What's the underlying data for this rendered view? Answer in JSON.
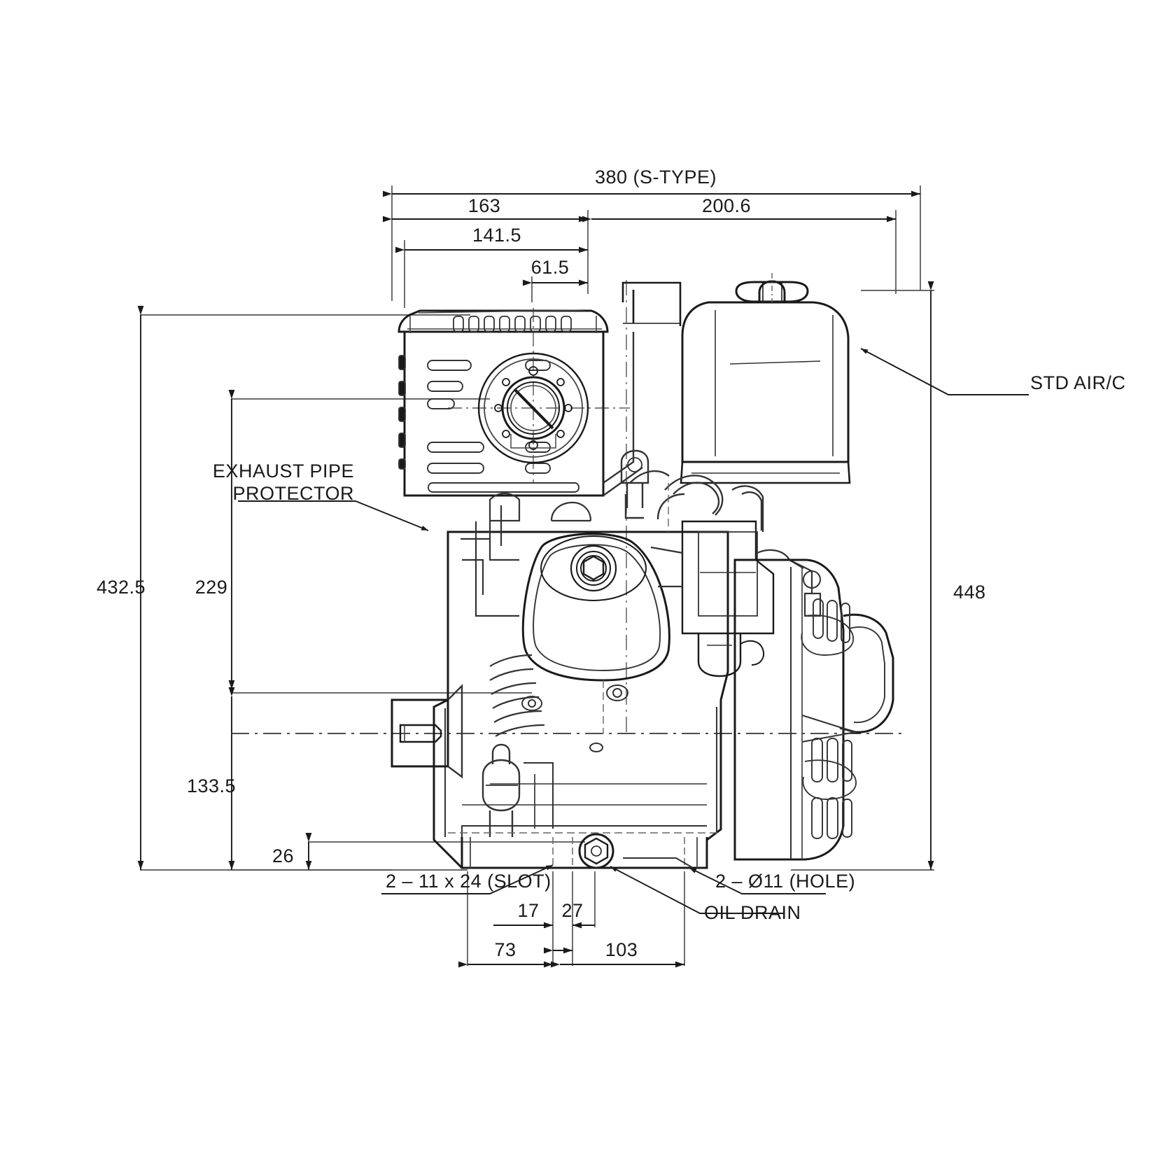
{
  "drawing": {
    "type": "engine-dimensional-outline",
    "units": "mm",
    "view": "side elevation"
  },
  "dimensions": {
    "overall_width_label": "380 (S-TYPE)",
    "left_width_label": "163",
    "right_width_label": "200.6",
    "muffler_width_label": "141.5",
    "flange_offset_label": "61.5",
    "overall_height_left_label": "432.5",
    "upper_height_label": "229",
    "lower_height_label": "133.5",
    "foot_height_label": "26",
    "overall_height_right_label": "448",
    "slot_offset_label": "17",
    "hole_gap_label": "27",
    "left_base_label": "73",
    "right_base_label": "103"
  },
  "notes": {
    "air_cleaner": "STD AIR/C",
    "exhaust_line1": "EXHAUST PIPE",
    "exhaust_line2": "PROTECTOR",
    "slot_note": "2 – 11 x 24 (SLOT)",
    "hole_note": "2 – Ø11 (HOLE)",
    "oil_drain": "OIL DRAIN"
  },
  "colors": {
    "line": "#1a1a1a",
    "dim_line": "#4a4a4a",
    "thin_line": "#555555",
    "background": "#ffffff"
  }
}
